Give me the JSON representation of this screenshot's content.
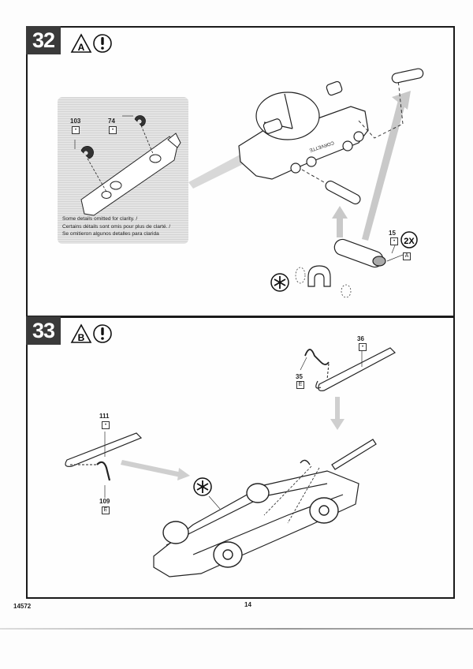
{
  "page": {
    "kit_number": "14572",
    "page_number": "14"
  },
  "steps": [
    {
      "number": "32",
      "symbols": {
        "paint_callout": "A",
        "paint_callout_icon": "triangle-letter-icon",
        "caution_icon": "exclamation-circle-icon"
      },
      "inset": {
        "parts": [
          {
            "number": "103",
            "marker": "•"
          },
          {
            "number": "74",
            "marker": "•"
          }
        ],
        "note_lines": [
          "Some details omitted for clarity. /",
          "Certains détails sont omis pour plus de clarté. /",
          "Se omitieron algunos detalles para clarida"
        ]
      },
      "engine_label": "CORVETTE",
      "parts": [
        {
          "number": "15",
          "marker": "•",
          "quantity": "2X",
          "paint": "A"
        }
      ],
      "glue_icon": "asterisk-circle-icon"
    },
    {
      "number": "33",
      "symbols": {
        "paint_callout": "B",
        "paint_callout_icon": "triangle-letter-icon",
        "caution_icon": "exclamation-circle-icon"
      },
      "parts": [
        {
          "number": "36",
          "marker": "•"
        },
        {
          "number": "35",
          "paint": "E"
        },
        {
          "number": "111",
          "marker": "•"
        },
        {
          "number": "109",
          "paint": "E"
        }
      ],
      "glue_icon": "asterisk-circle-icon"
    }
  ]
}
